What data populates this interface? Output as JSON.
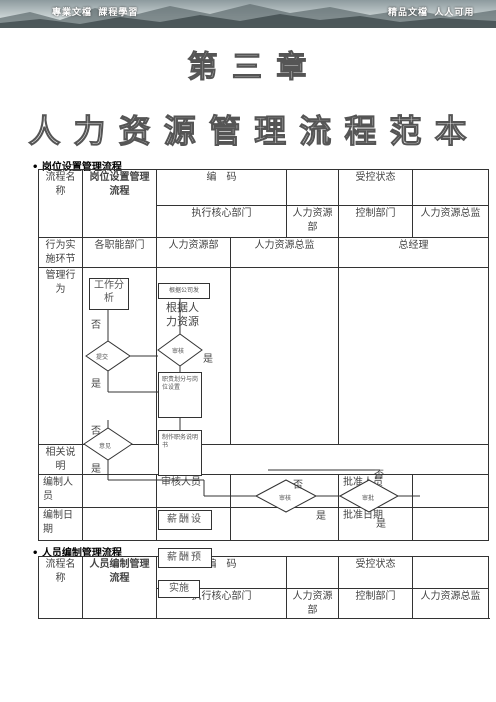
{
  "banner": {
    "left_text": "專業文檔 課程學習",
    "right_text": "精品文檔 人人可用"
  },
  "chapter": {
    "number_title": "第 三 章",
    "main_title": "人 力 资 源 管 理 流 程 范 本"
  },
  "section1": {
    "title": "• 岗位设置管理流程",
    "flow_name_label": "流程名称",
    "flow_name": "岗位设置管理流程",
    "code_label": "编　码",
    "status_label": "受控状态",
    "roles": [
      "执行核心部门",
      "人力资源部",
      "控制部门",
      "人力资源总监"
    ],
    "stage_label": "行为实施环节",
    "stages": [
      "各职能部门",
      "人力资源部",
      "人力资源总监",
      "总经理"
    ],
    "behavior_label": "管理行为",
    "desc_label": "相关说明",
    "editor_label": "编制人员",
    "reviewer_label": "审核人员",
    "approver_label": "批准人员",
    "date_label": "编制日期",
    "approve_date_label": "批准日期"
  },
  "flow": {
    "work_analysis": "工作分析",
    "company_basis": "根据公司发",
    "hr_basis": "根据人力资源",
    "submit": "提交",
    "review_hr": "审核",
    "duty_division": "职责划分与岗位设置",
    "opinion": "意见",
    "make_duty": "制作职务说明书",
    "review_dir": "审核",
    "review_gm": "审批",
    "no": "否",
    "yes": "是",
    "salary_design": "薪酬设",
    "salary_budget": "薪酬预",
    "implement": "实施"
  },
  "section2": {
    "title": "• 人员编制管理流程",
    "flow_name_label": "流程名称",
    "flow_name": "人员编制管理流程",
    "code_label": "编　码",
    "status_label": "受控状态",
    "roles": [
      "执行核心部门",
      "人力资源部",
      "控制部门",
      "人力资源总监"
    ]
  }
}
